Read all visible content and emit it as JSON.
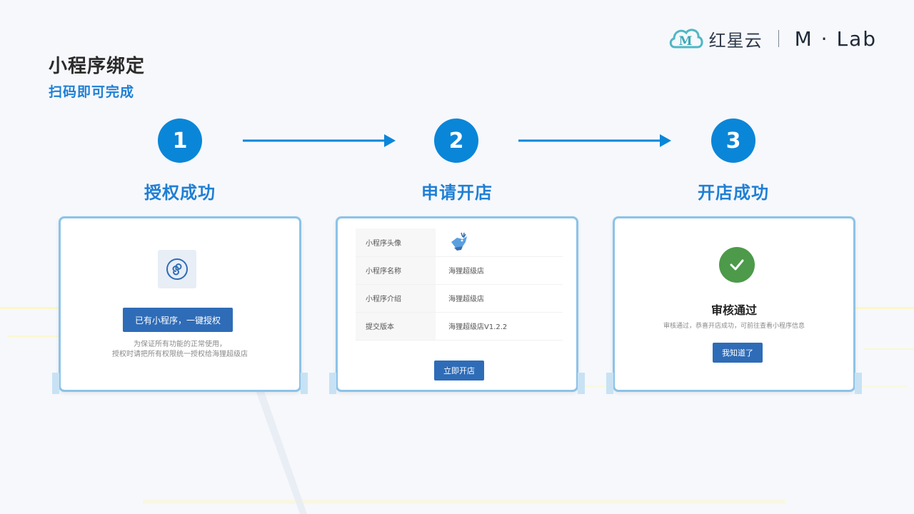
{
  "header": {
    "title": "小程序绑定",
    "subtitle": "扫码即可完成"
  },
  "brand": {
    "logo_icon": "cloud-m-logo",
    "name": "红星云",
    "lab": "M · Lab"
  },
  "colors": {
    "accent": "#0a86d8",
    "title_blue": "#1f7fd4",
    "button_blue": "#2f6cb7",
    "card_border": "#8cc3e8",
    "success_green": "#4d9a4a"
  },
  "steps": [
    {
      "number": "1",
      "title": "授权成功"
    },
    {
      "number": "2",
      "title": "申请开店"
    },
    {
      "number": "3",
      "title": "开店成功"
    }
  ],
  "card1": {
    "icon": "mini-program-icon",
    "button": "已有小程序，一键授权",
    "note_line1": "为保证所有功能的正常使用，",
    "note_line2": "授权时请把所有权限统一授权给海狸超级店"
  },
  "card2": {
    "rows": [
      {
        "key": "小程序头像",
        "value": ""
      },
      {
        "key": "小程序名称",
        "value": "海狸超级店"
      },
      {
        "key": "小程序介绍",
        "value": "海狸超级店"
      },
      {
        "key": "提交版本",
        "value": "海狸超级店V1.2.2"
      }
    ],
    "avatar_icon": "beaver-avatar-icon",
    "button": "立即开店"
  },
  "card3": {
    "icon": "check-icon",
    "title": "审核通过",
    "note": "审核通过，恭喜开店成功，可前往查看小程序信息",
    "button": "我知道了"
  }
}
